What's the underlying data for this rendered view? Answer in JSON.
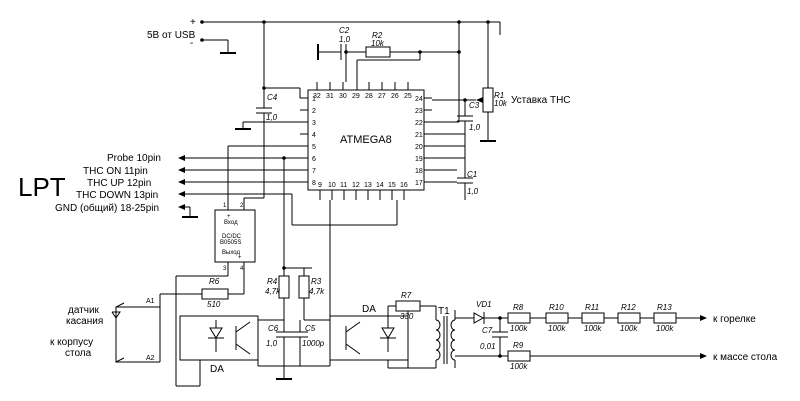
{
  "power": {
    "usb_label": "5В от USB",
    "plus": "+",
    "minus": "-"
  },
  "lpt": {
    "title": "LPT",
    "lines": [
      "Probe 10pin",
      "THC ON 11pin",
      "THC UP 12pin",
      "THC DOWN 13pin",
      "GND (общий) 18-25pin"
    ]
  },
  "mcu": {
    "name": "ATMEGA8",
    "pins_top": [
      "32",
      "31",
      "30",
      "29",
      "28",
      "27",
      "26",
      "25"
    ],
    "pins_left": [
      "1",
      "2",
      "3",
      "4",
      "5",
      "6",
      "7",
      "8"
    ],
    "pins_bottom": [
      "9",
      "10",
      "11",
      "12",
      "13",
      "14",
      "15",
      "16"
    ],
    "pins_right": [
      "24",
      "23",
      "22",
      "21",
      "20",
      "19",
      "18",
      "17"
    ]
  },
  "setpoint_label": "Уставка THC",
  "dcdc": {
    "input": "Вход",
    "title": "DC/DC",
    "model": "B0505S",
    "output": "Выход",
    "pin1": "1",
    "pin2": "2",
    "pin3": "3",
    "pin4": "4",
    "plus_in": "+",
    "plus_out": "+"
  },
  "parts": {
    "C2": {
      "name": "C2",
      "value": "1,0"
    },
    "R2": {
      "name": "R2",
      "value": "10k"
    },
    "R1": {
      "name": "R1",
      "value": "10k"
    },
    "C3": {
      "name": "C3",
      "value": "1,0"
    },
    "C4": {
      "name": "C4",
      "value": "1,0"
    },
    "C1": {
      "name": "C1",
      "value": "1,0"
    },
    "R4": {
      "name": "R4",
      "value": "4,7k"
    },
    "R3": {
      "name": "R3",
      "value": "4,7k"
    },
    "R6": {
      "name": "R6",
      "value": "510"
    },
    "C6": {
      "name": "C6",
      "value": "1,0"
    },
    "C5": {
      "name": "C5",
      "value": "1000p"
    },
    "R7": {
      "name": "R7",
      "value": "330"
    },
    "T1": {
      "name": "T1"
    },
    "VD1": {
      "name": "VD1"
    },
    "C7": {
      "name": "C7",
      "value": "0,01"
    },
    "R8": {
      "name": "R8",
      "value": "100k"
    },
    "R10": {
      "name": "R10",
      "value": "100k"
    },
    "R11": {
      "name": "R11",
      "value": "100k"
    },
    "R12": {
      "name": "R12",
      "value": "100k"
    },
    "R13": {
      "name": "R13",
      "value": "100k"
    },
    "R9": {
      "name": "R9",
      "value": "100k"
    }
  },
  "optocouplers": {
    "left_label": "DA",
    "right_label": "DA"
  },
  "probe": {
    "sensor_line1": "датчик",
    "sensor_line2": "касания",
    "body_line1": "к корпусу",
    "body_line2": "стола",
    "a1": "A1",
    "a2": "A2"
  },
  "outputs": {
    "torch": "к горелке",
    "table": "к массе стола"
  }
}
